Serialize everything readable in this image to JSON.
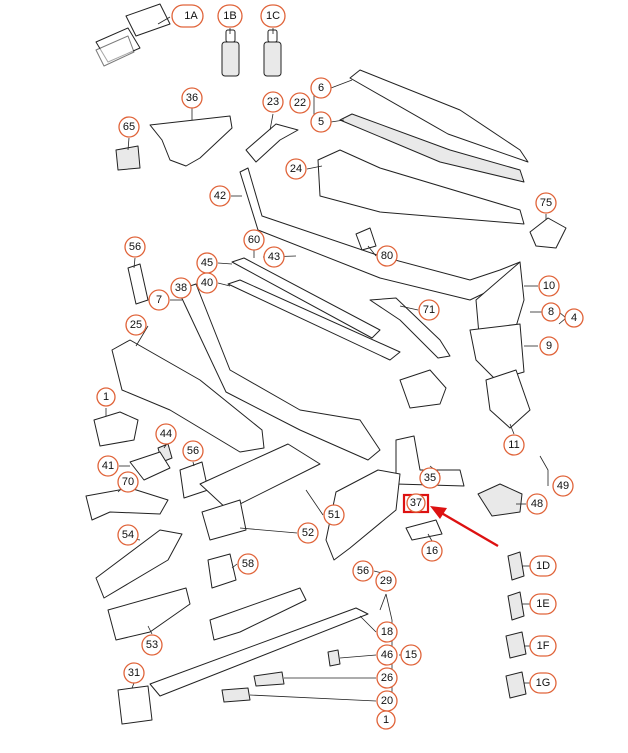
{
  "diagram": {
    "callouts": {
      "c1A": "1A",
      "c1B": "1B",
      "c1C": "1C",
      "c36": "36",
      "c65": "65",
      "c23": "23",
      "c22": "22",
      "c6": "6",
      "c5": "5",
      "c24": "24",
      "c42": "42",
      "c75": "75",
      "c56a": "56",
      "c60": "60",
      "c43": "43",
      "c80": "80",
      "c45": "45",
      "c40": "40",
      "c7": "7",
      "c38": "38",
      "c71": "71",
      "c10": "10",
      "c8": "8",
      "c4": "4",
      "c9": "9",
      "c25": "25",
      "c11": "11",
      "c1a": "1",
      "c44": "44",
      "c56b": "56",
      "c41": "41",
      "c70": "70",
      "c35": "35",
      "c49": "49",
      "c48": "48",
      "c37": "37",
      "c51": "51",
      "c52": "52",
      "c16": "16",
      "c54": "54",
      "c58": "58",
      "c56c": "56",
      "c29": "29",
      "c1D": "1D",
      "c1E": "1E",
      "c53": "53",
      "c18": "18",
      "c46": "46",
      "c15": "15",
      "c1F": "1F",
      "c26": "26",
      "c31": "31",
      "c20": "20",
      "c1G": "1G",
      "c1b": "1"
    }
  }
}
